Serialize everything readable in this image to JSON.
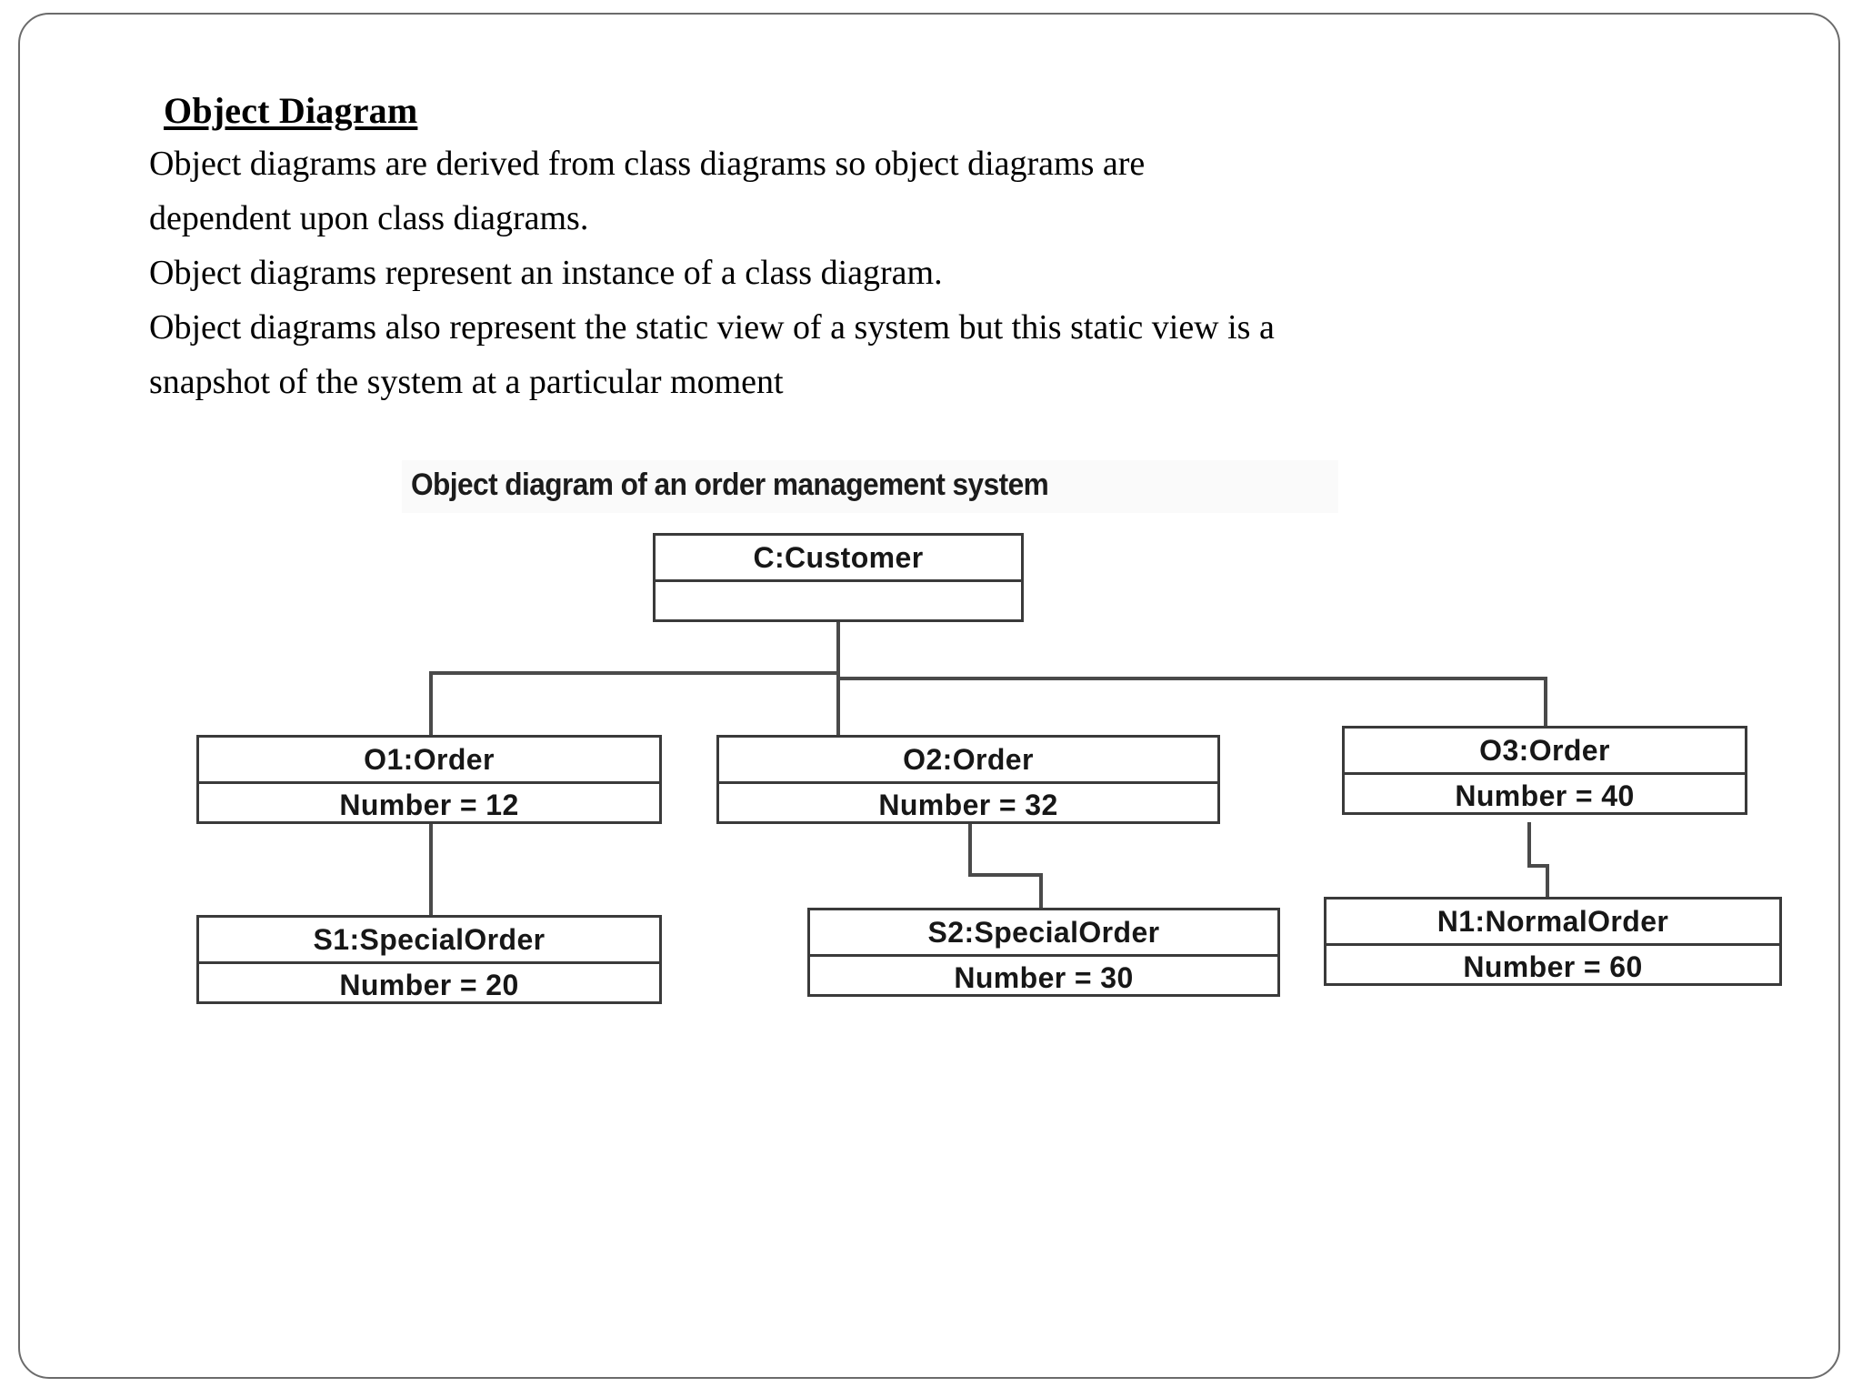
{
  "slide": {
    "title": "Object Diagram",
    "paragraph_lines": [
      "Object diagrams are derived from class diagrams so object diagrams are",
      "dependent upon class diagrams.",
      "Object diagrams represent an instance of a class diagram.",
      "Object diagrams also represent the static view of a system but this static view is a",
      "snapshot of the system at a particular moment"
    ]
  },
  "figure": {
    "title": "Object diagram of an order management system",
    "nodes": [
      {
        "id": "customer",
        "name": "C:Customer",
        "attr": ""
      },
      {
        "id": "order1",
        "name": "O1:Order",
        "attr": "Number = 12"
      },
      {
        "id": "order2",
        "name": "O2:Order",
        "attr": "Number = 32"
      },
      {
        "id": "order3",
        "name": "O3:Order",
        "attr": "Number = 40"
      },
      {
        "id": "special1",
        "name": "S1:SpecialOrder",
        "attr": "Number = 20"
      },
      {
        "id": "special2",
        "name": "S2:SpecialOrder",
        "attr": "Number = 30"
      },
      {
        "id": "normal1",
        "name": "N1:NormalOrder",
        "attr": "Number = 60"
      }
    ],
    "links": [
      {
        "from": "customer",
        "to": "order1"
      },
      {
        "from": "customer",
        "to": "order2"
      },
      {
        "from": "customer",
        "to": "order3"
      },
      {
        "from": "order1",
        "to": "special1"
      },
      {
        "from": "order2",
        "to": "special2"
      },
      {
        "from": "order3",
        "to": "normal1"
      }
    ],
    "colors": {
      "box_border": "#3a3a3a",
      "line": "#4a4a4a",
      "text": "#171717",
      "frame": "#6b6b6b"
    }
  }
}
